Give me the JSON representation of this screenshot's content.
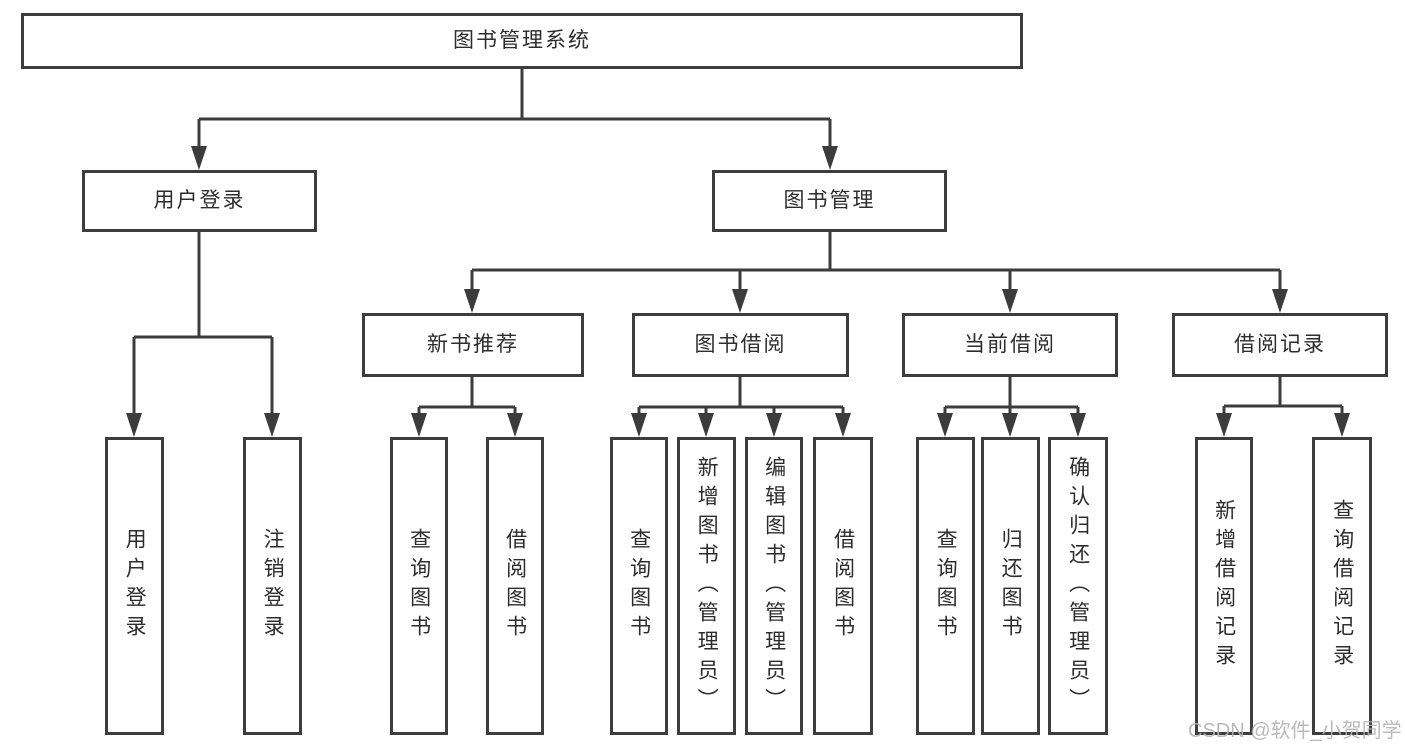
{
  "diagram": {
    "root": {
      "label": "图书管理系统",
      "children": [
        {
          "label": "用户登录",
          "children": [
            {
              "label": "用户登录"
            },
            {
              "label": "注销登录"
            }
          ]
        },
        {
          "label": "图书管理",
          "children": [
            {
              "label": "新书推荐",
              "children": [
                {
                  "label": "查询图书"
                },
                {
                  "label": "借阅图书"
                }
              ]
            },
            {
              "label": "图书借阅",
              "children": [
                {
                  "label": "查询图书"
                },
                {
                  "label": "新增图书（管理员）"
                },
                {
                  "label": "编辑图书（管理员）"
                },
                {
                  "label": "借阅图书"
                }
              ]
            },
            {
              "label": "当前借阅",
              "children": [
                {
                  "label": "查询图书"
                },
                {
                  "label": "归还图书"
                },
                {
                  "label": "确认归还（管理员）"
                }
              ]
            },
            {
              "label": "借阅记录",
              "children": [
                {
                  "label": "新增借阅记录"
                },
                {
                  "label": "查询借阅记录"
                }
              ]
            }
          ]
        }
      ]
    }
  },
  "watermark": {
    "text": "CSDN @软件_小贺同学"
  },
  "colors": {
    "line_color": "#3c3c3c",
    "border_color": "#3d3d3d",
    "text_color": "#2d2d2d",
    "background_color": "#ffffff",
    "watermark_color": "#b3b3b3"
  }
}
